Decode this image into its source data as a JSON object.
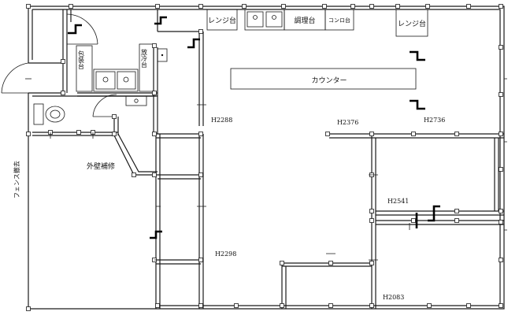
{
  "labels": {
    "register_counter_1": "レンジ台",
    "prep_table": "調理台",
    "stove_table": "コンロ台",
    "register_counter_2": "レンジ台",
    "wrapping_table": "包装台",
    "serving_table": "放冷台",
    "counter": "カウンター",
    "exterior_repair": "外壁補修",
    "fence": "フェンス撤去",
    "h2288": "H2288",
    "h2376": "H2376",
    "h2736": "H2736",
    "h2541": "H2541",
    "h2298": "H2298",
    "h2083": "H2083"
  }
}
